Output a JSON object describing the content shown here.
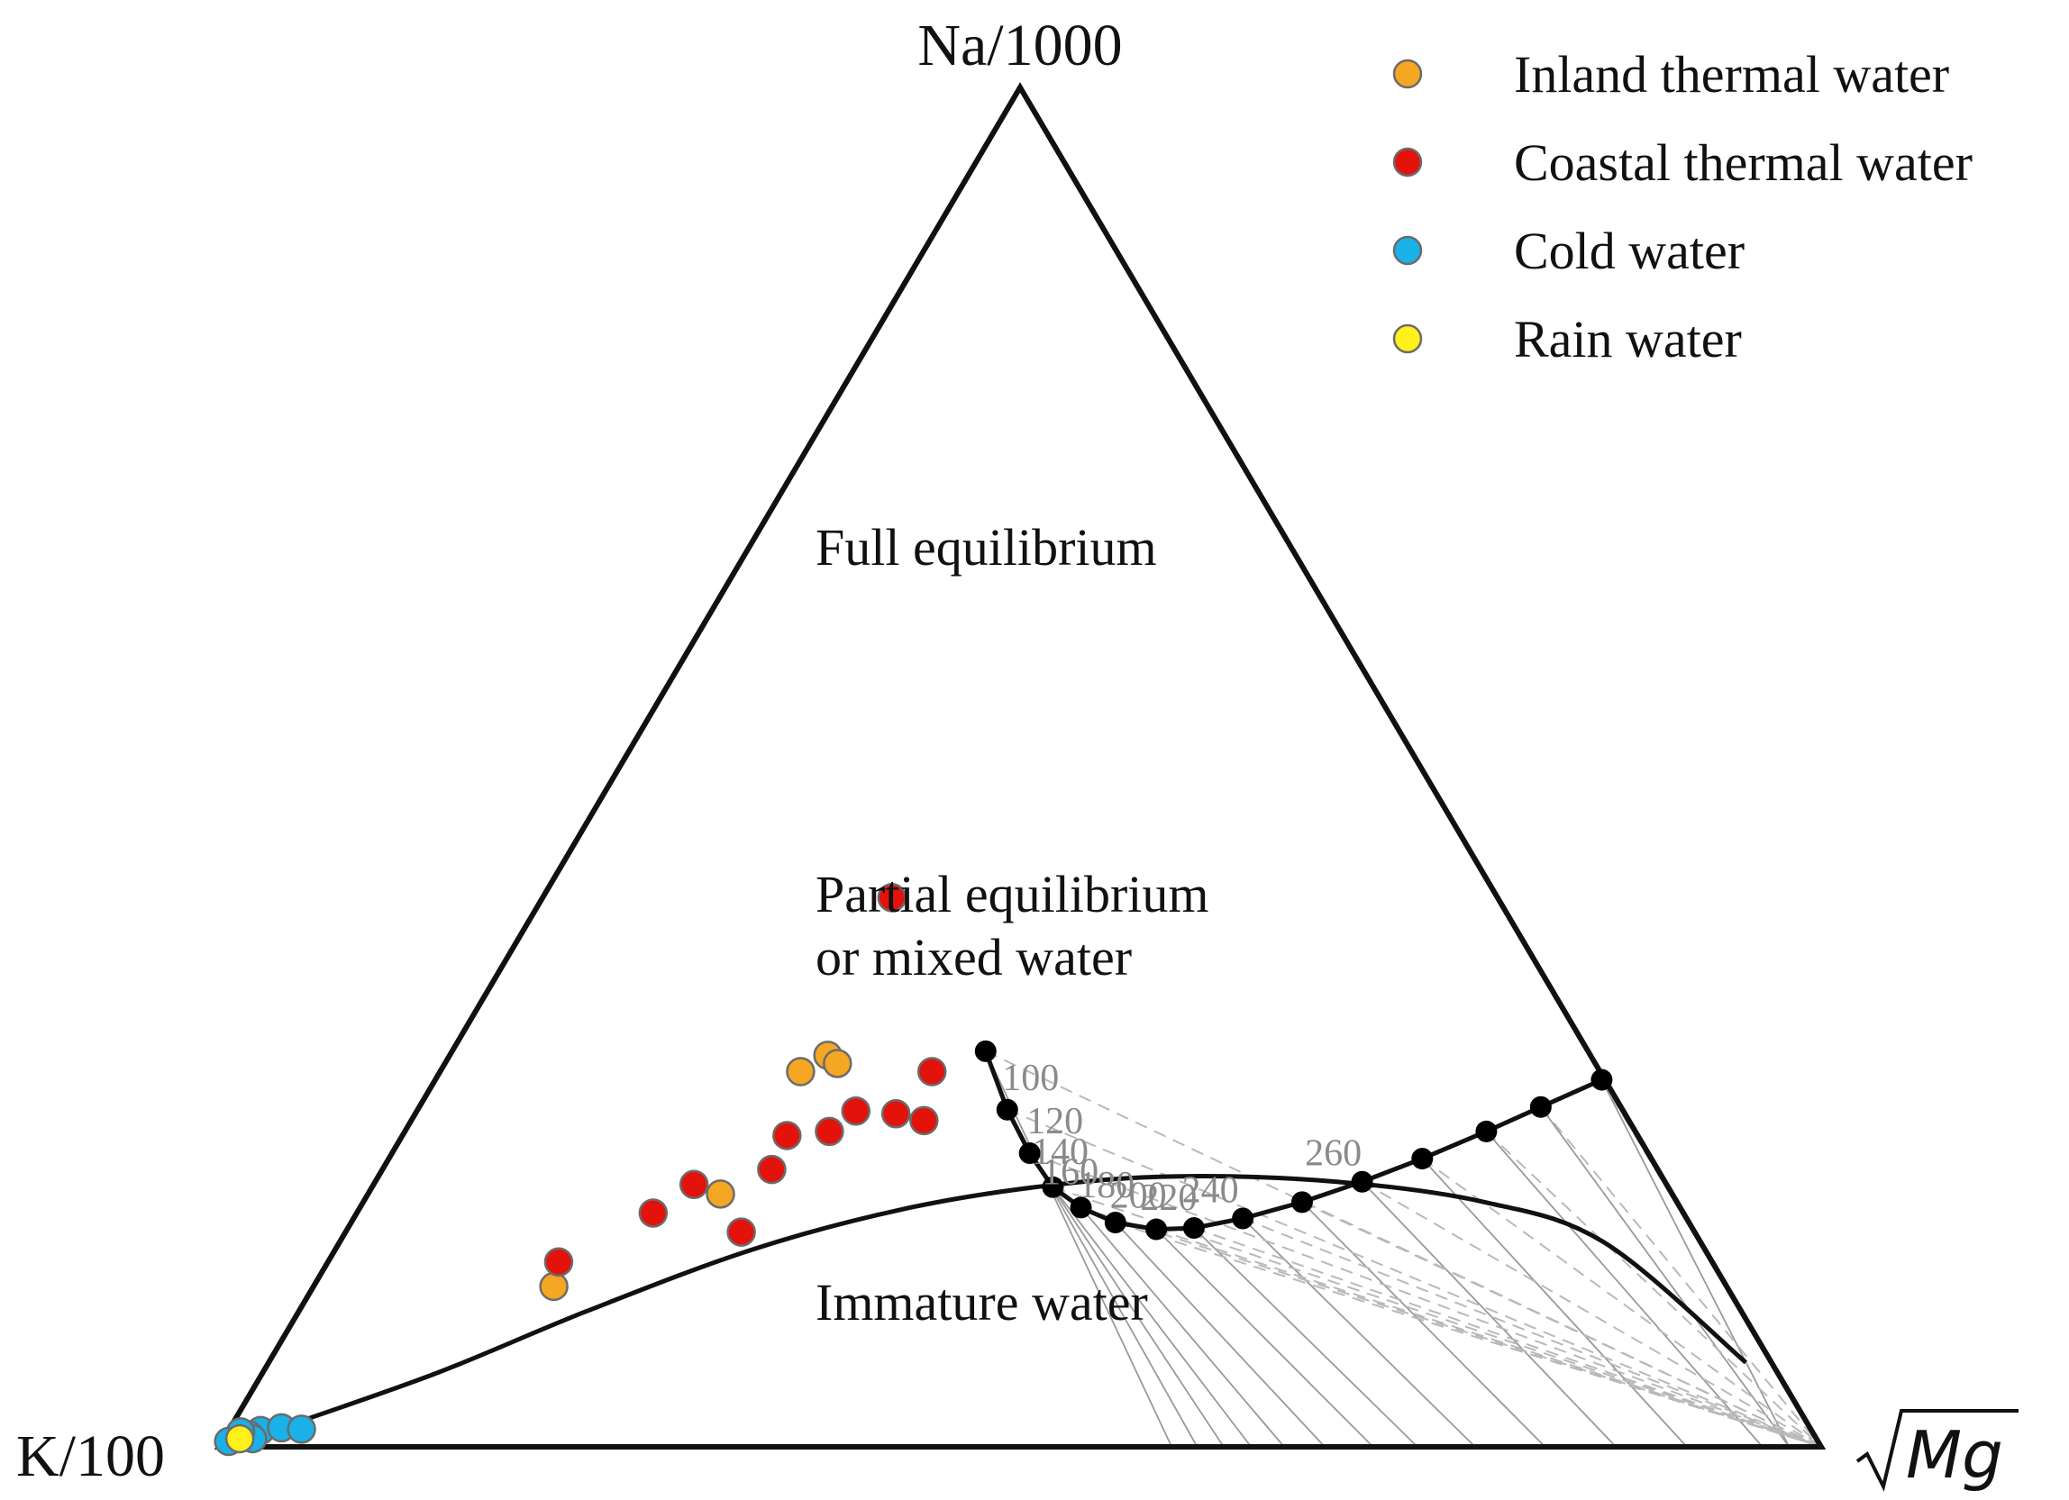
{
  "chart_data": {
    "type": "scatter",
    "subtype": "ternary",
    "vertices": {
      "top": "Na/1000",
      "left": "K/100",
      "right": "Mg"
    },
    "regions": [
      {
        "lines": [
          "Full equilibrium"
        ]
      },
      {
        "lines": [
          "Partial equilibrium",
          "or mixed water"
        ]
      },
      {
        "lines": [
          "Immature water"
        ]
      }
    ],
    "full_equilibrium_line": {
      "points": [
        [
          0.27,
          0.728
        ],
        [
          0.25,
          0.7
        ],
        [
          0.232,
          0.675
        ],
        [
          0.212,
          0.645
        ],
        [
          0.195,
          0.616
        ],
        [
          0.18,
          0.586
        ],
        [
          0.168,
          0.555
        ],
        [
          0.161,
          0.528
        ],
        [
          0.16,
          0.505
        ],
        [
          0.165,
          0.477
        ],
        [
          0.176,
          0.45
        ],
        [
          0.191,
          0.425
        ],
        [
          0.216,
          0.398
        ],
        [
          0.248,
          0.368
        ],
        [
          0.291,
          0.333
        ]
      ],
      "labeled_points": [
        {
          "label": "260",
          "index": 4
        },
        {
          "label": "240",
          "index": 6
        },
        {
          "label": "220",
          "index": 7
        },
        {
          "label": "200",
          "index": 8
        },
        {
          "label": "180",
          "index": 9
        },
        {
          "label": "160",
          "index": 10
        },
        {
          "label": "140",
          "index": 11
        },
        {
          "label": "120",
          "index": 12
        },
        {
          "label": "100",
          "index": 13
        }
      ]
    },
    "immature_boundary": [
      [
        0.062,
        0.922
      ],
      [
        0.15,
        0.79
      ],
      [
        0.18,
        0.7
      ],
      [
        0.195,
        0.6
      ],
      [
        0.199,
        0.5
      ],
      [
        0.192,
        0.42
      ],
      [
        0.175,
        0.34
      ],
      [
        0.145,
        0.26
      ],
      [
        0.1,
        0.18
      ],
      [
        0.055,
        0.11
      ],
      [
        0.018,
        0.04
      ]
    ],
    "series": [
      {
        "name": "Inland thermal water",
        "color": "#f5a623",
        "points": [
          [
            0.288,
            0.236
          ],
          [
            0.282,
            0.245
          ],
          [
            0.276,
            0.225
          ],
          [
            0.186,
            0.22
          ],
          [
            0.118,
            0.15
          ]
        ]
      },
      {
        "name": "Coastal thermal water",
        "color": "#e3120b",
        "points": [
          [
            0.404,
            0.218
          ],
          [
            0.276,
            0.307
          ],
          [
            0.24,
            0.32
          ],
          [
            0.245,
            0.3
          ],
          [
            0.247,
            0.274
          ],
          [
            0.232,
            0.265
          ],
          [
            0.229,
            0.24
          ],
          [
            0.204,
            0.243
          ],
          [
            0.193,
            0.2
          ],
          [
            0.172,
            0.185
          ],
          [
            0.158,
            0.247
          ],
          [
            0.136,
            0.144
          ]
        ]
      },
      {
        "name": "Cold water",
        "color": "#1ab0e8",
        "points": [
          [
            0.012,
            0.02
          ],
          [
            0.009,
            0.014
          ],
          [
            0.014,
            0.032
          ],
          [
            0.006,
            0.018
          ],
          [
            0.011,
            0.008
          ],
          [
            0.004,
            0.004
          ],
          [
            0.013,
            0.045
          ]
        ]
      },
      {
        "name": "Rain water",
        "color": "#ffef1a",
        "points": [
          [
            0.006,
            0.01
          ]
        ]
      }
    ]
  }
}
